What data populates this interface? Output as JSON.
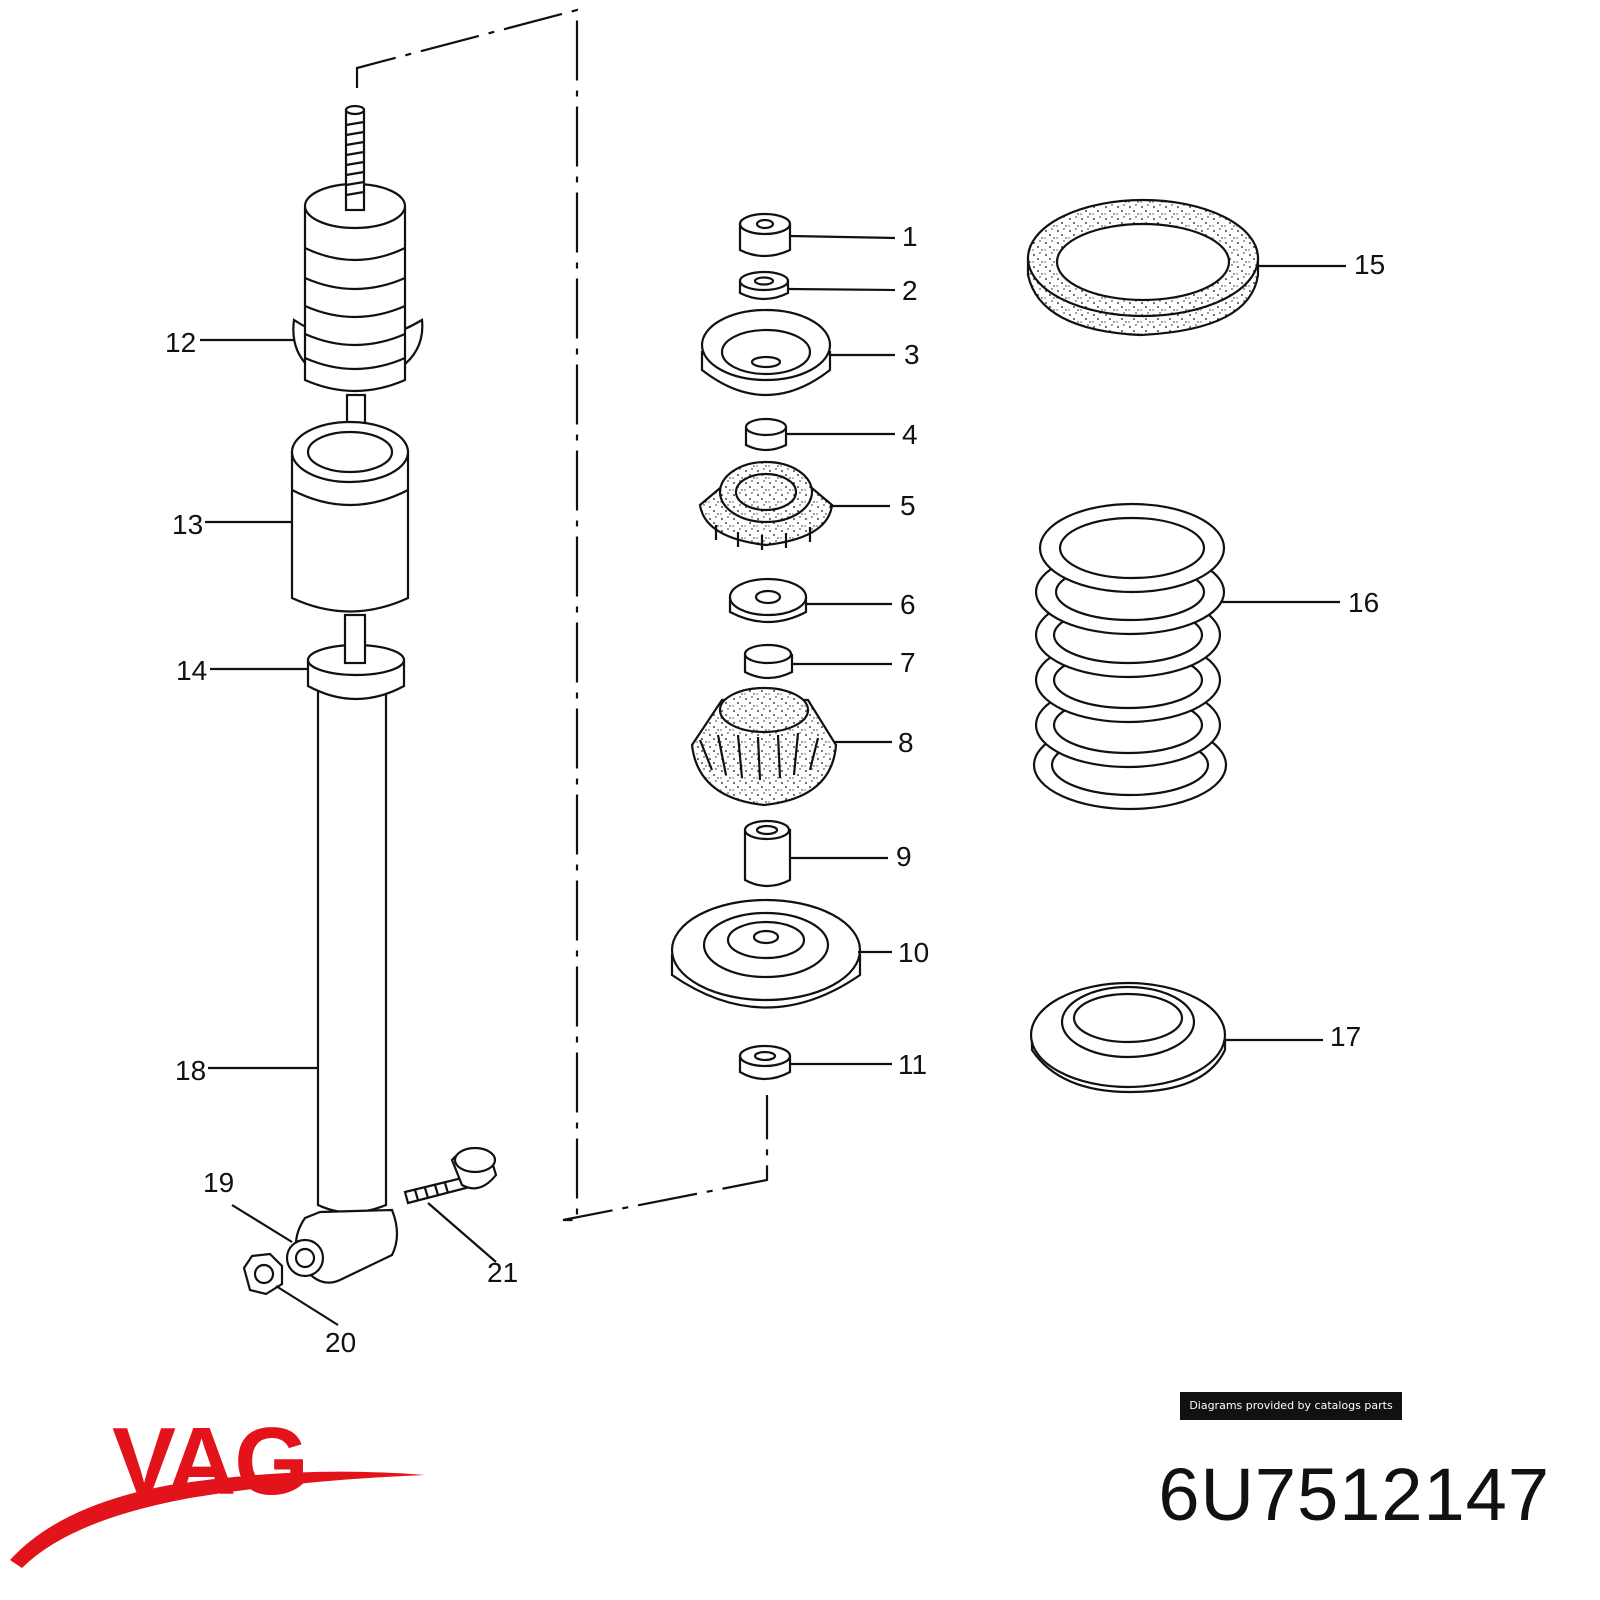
{
  "diagram": {
    "callouts": [
      {
        "label": "1"
      },
      {
        "label": "2"
      },
      {
        "label": "3"
      },
      {
        "label": "4"
      },
      {
        "label": "5"
      },
      {
        "label": "6"
      },
      {
        "label": "7"
      },
      {
        "label": "8"
      },
      {
        "label": "9"
      },
      {
        "label": "10"
      },
      {
        "label": "11"
      },
      {
        "label": "12"
      },
      {
        "label": "13"
      },
      {
        "label": "14"
      },
      {
        "label": "15"
      },
      {
        "label": "16"
      },
      {
        "label": "17"
      },
      {
        "label": "18"
      },
      {
        "label": "19"
      },
      {
        "label": "20"
      },
      {
        "label": "21"
      }
    ]
  },
  "footer": {
    "credit": "Diagrams provided by catalogs parts",
    "part_number": "6U7512147",
    "brand": "VAG",
    "brand_color": "#e3131b"
  }
}
